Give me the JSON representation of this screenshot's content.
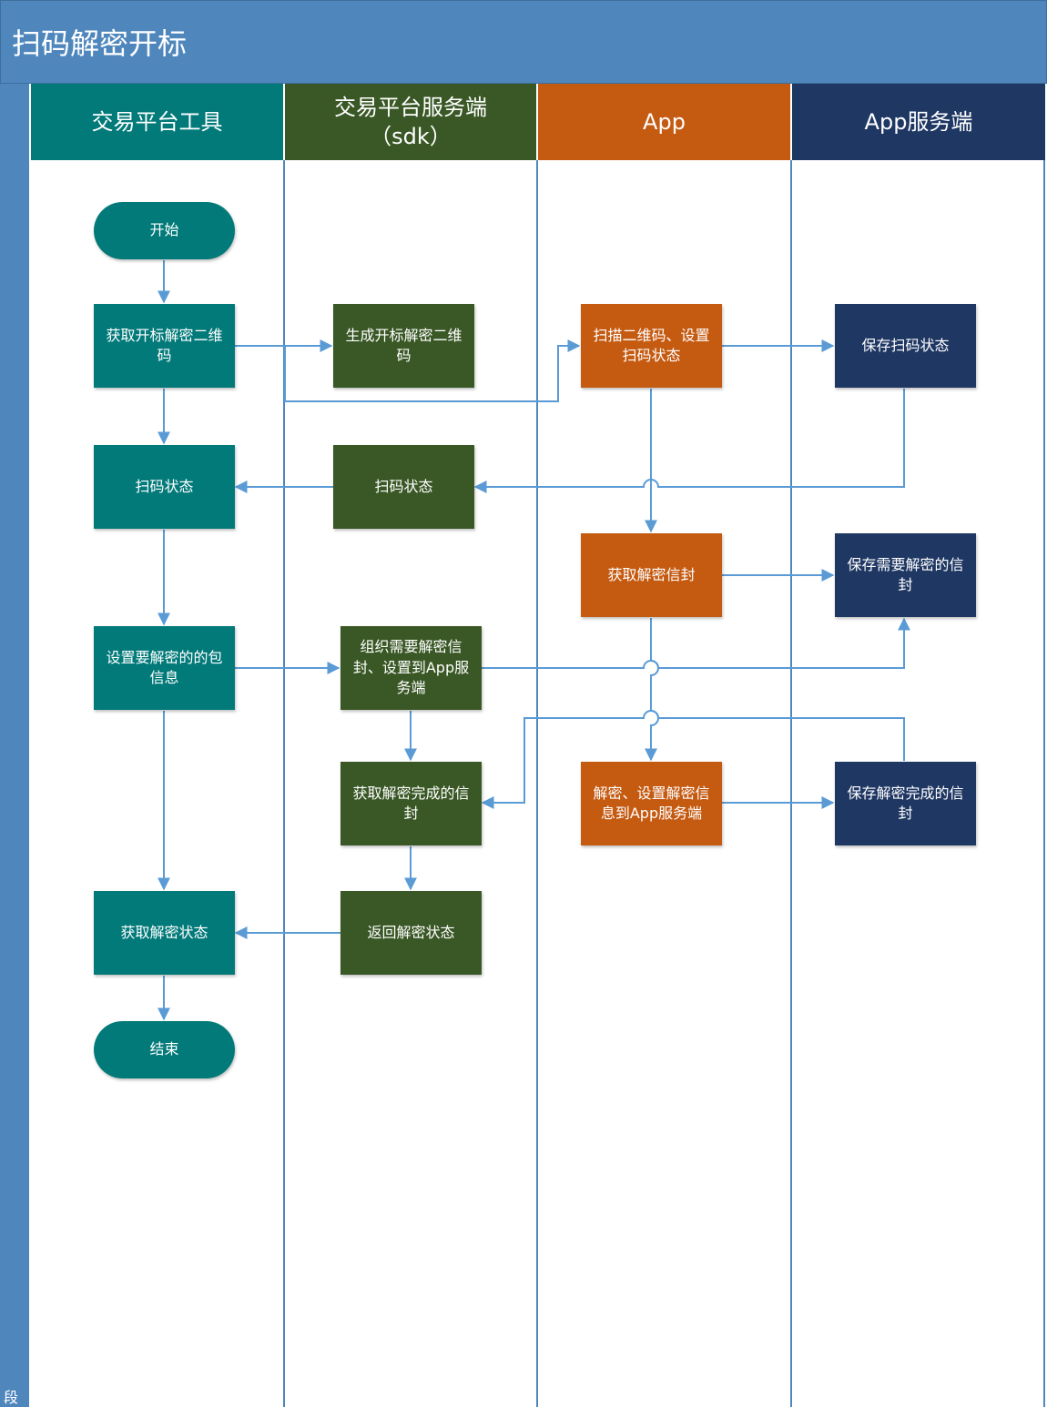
{
  "title": "扫码解密开标",
  "side_label": "段",
  "colors": {
    "title_bg": "#4f87bd",
    "teal": "#037a7a",
    "green": "#3a5826",
    "orange": "#c55a11",
    "navy": "#1f3763",
    "connector": "#5b9bd5"
  },
  "lanes": {
    "tool": "交易平台工具",
    "server_line1": "交易平台服务端",
    "server_line2": "（sdk）",
    "app": "App",
    "app_server": "App服务端"
  },
  "nodes": {
    "start": "开始",
    "get_qr": "获取开标解密二维码",
    "gen_qr": "生成开标解密二维码",
    "scan_set": "扫描二维码、设置扫码状态",
    "save_scan": "保存扫码状态",
    "scan_status_tool": "扫码状态",
    "scan_status_server": "扫码状态",
    "get_envelope": "获取解密信封",
    "save_envelope": "保存需要解密的信封",
    "set_package": "设置要解密的的包信息",
    "org_envelope": "组织需要解密信封、设置到App服务端",
    "get_done_envelope": "获取解密完成的信封",
    "decrypt_set": "解密、设置解密信息到App服务端",
    "save_done": "保存解密完成的信封",
    "return_status": "返回解密状态",
    "get_status": "获取解密状态",
    "end": "结束"
  }
}
